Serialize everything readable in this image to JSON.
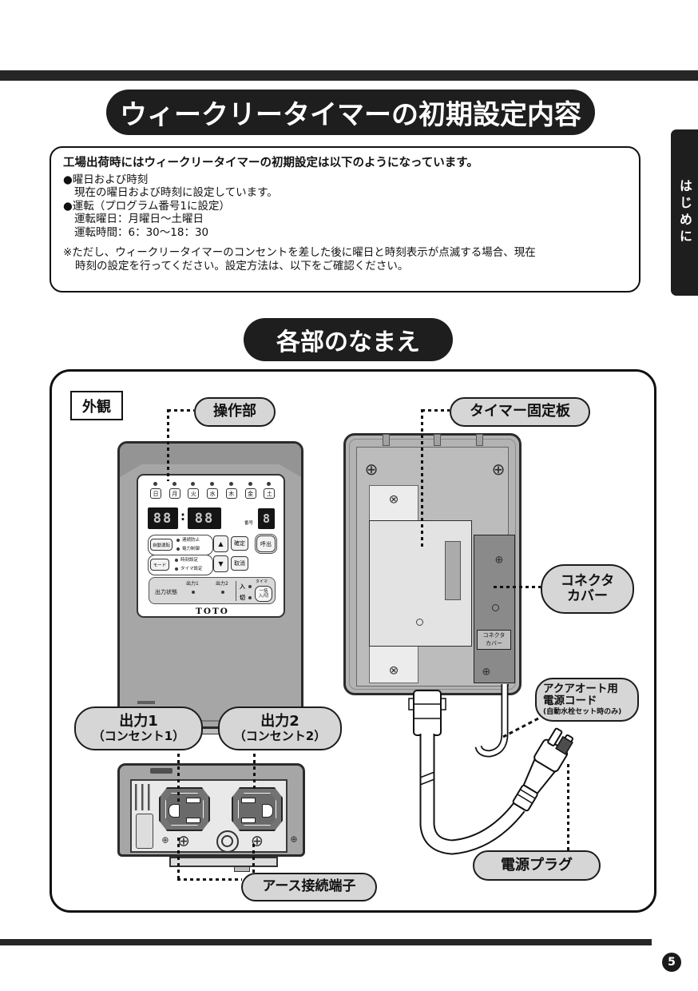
{
  "page": {
    "number": "5",
    "side_tab": "はじめに"
  },
  "section1": {
    "title": "ウィークリータイマーの初期設定内容",
    "intro": "工場出荷時にはウィークリータイマーの初期設定は以下のようになっています。",
    "bullet1_title": "●曜日および時刻",
    "bullet1_body": "現在の曜日および時刻に設定しています。",
    "bullet2_title": "●運転（プログラム番号1に設定）",
    "bullet2_line1": "運転曜日：月曜日〜土曜日",
    "bullet2_line2": "運転時間：6：30〜18：30",
    "note_line1": "※ただし、ウィークリータイマーのコンセントを差した後に曜日と時刻表示が点滅する場合、現在",
    "note_line2": "時刻の設定を行ってください。設定方法は、以下をご確認ください。"
  },
  "section2": {
    "title": "各部のなまえ",
    "view_label": "外観"
  },
  "callouts": {
    "operation": "操作部",
    "fixing_plate": "タイマー固定板",
    "connector_cover_line1": "コネクタ",
    "connector_cover_line2": "カバー",
    "aqua_line1": "アクアオート用",
    "aqua_line2": "電源コード",
    "aqua_line3": "(自動水栓セット時のみ)",
    "output1_line1": "出力1",
    "output1_line2": "（コンセント1）",
    "output2_line1": "出力2",
    "output2_line2": "（コンセント2）",
    "earth": "アース接続端子",
    "plug": "電源プラグ"
  },
  "panel": {
    "days": [
      "日",
      "月",
      "火",
      "水",
      "木",
      "金",
      "土"
    ],
    "display_left": "88",
    "display_right": "88",
    "display_no": "8",
    "no_label": "番号",
    "auto_btn": "自動運転",
    "auto_led1": "連続防止",
    "auto_led2": "電力制御",
    "mode_btn": "モード",
    "mode_led1": "時刻設定",
    "mode_led2": "タイマ設定",
    "up": "▲",
    "down": "▼",
    "confirm": "確定",
    "cancel": "取消",
    "call": "呼出",
    "status_label": "出力状態",
    "out1": "出力1",
    "out2": "出力2",
    "on": "入",
    "off": "切",
    "timer": "タイマ",
    "batch_line1": "一括",
    "batch_line2": "入/切",
    "brand": "TOTO",
    "colon": ":"
  },
  "back": {
    "cover_label_line1": "コネクタ",
    "cover_label_line2": "カバー"
  },
  "colors": {
    "accent_black": "#1e1e1e",
    "callout_gray": "#d6d6d6",
    "device_gray": "#a6a6a6"
  }
}
